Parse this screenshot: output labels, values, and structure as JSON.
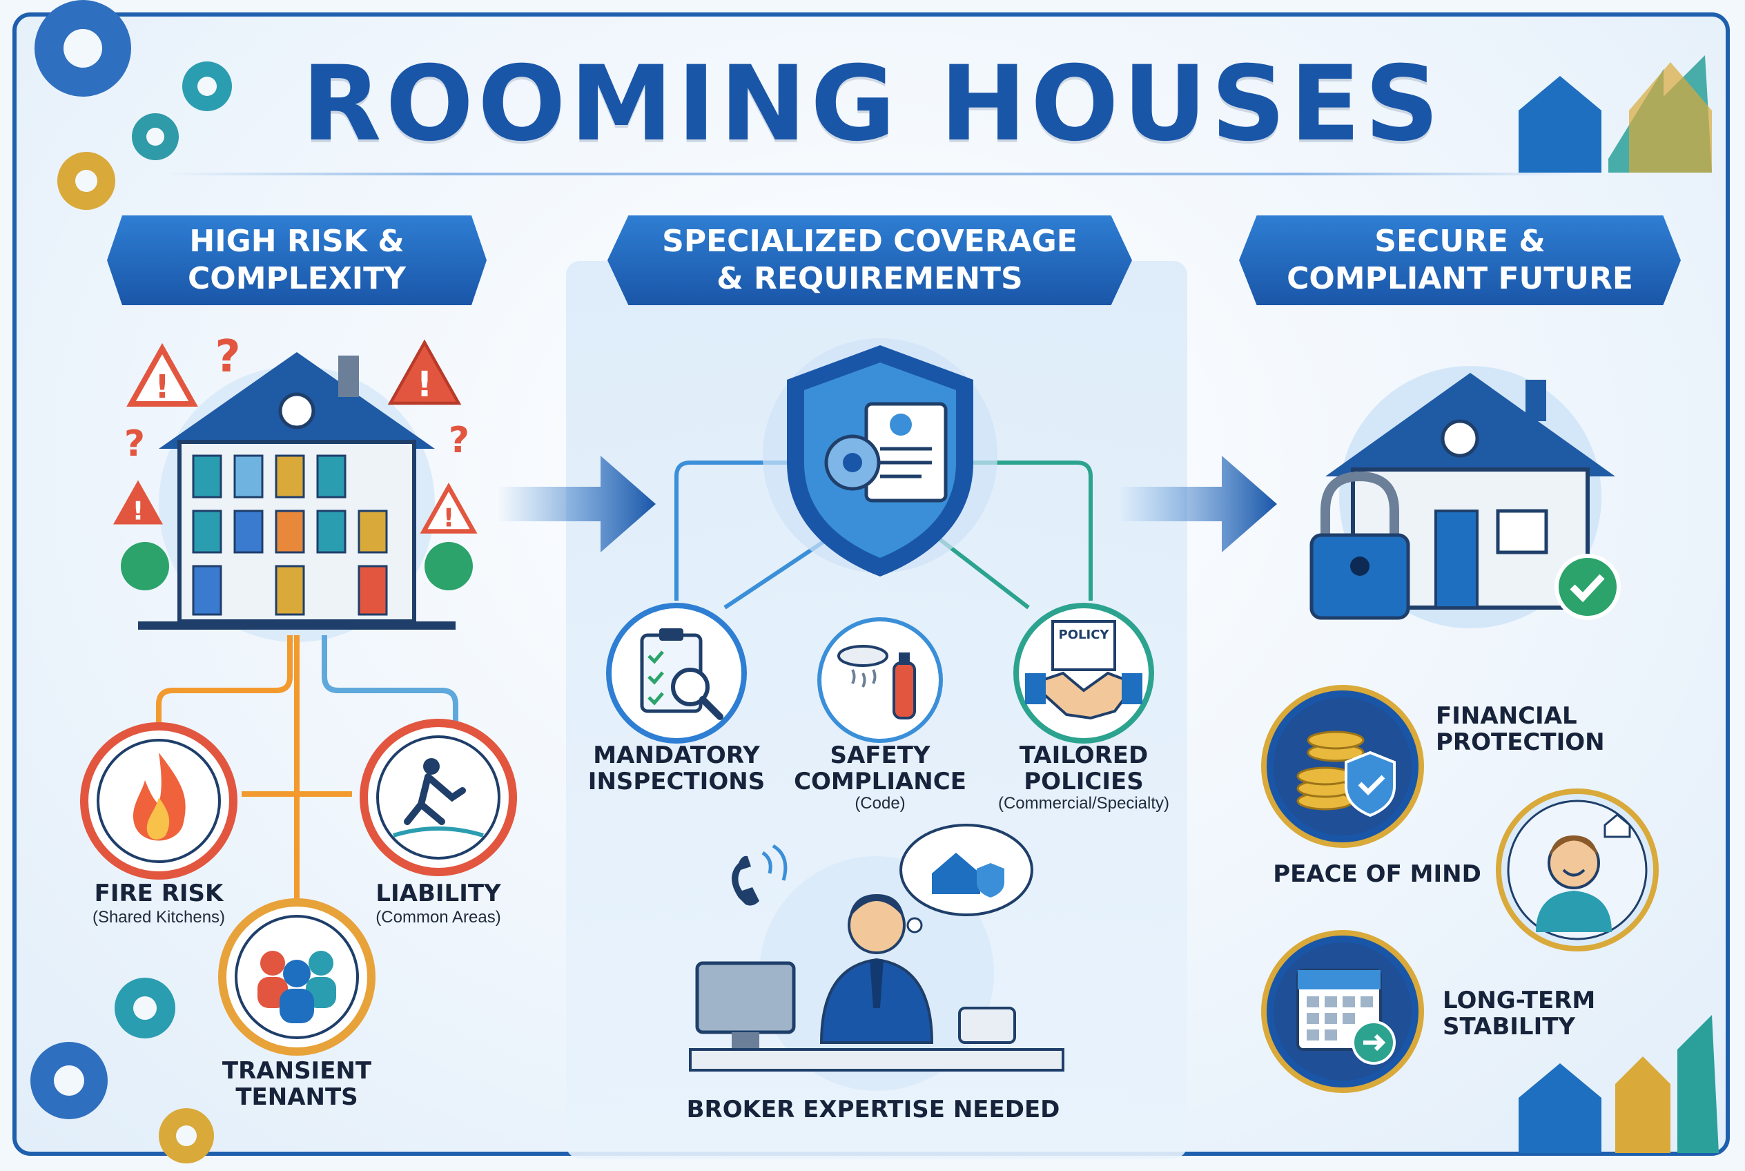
{
  "title": "ROOMING HOUSES",
  "colors": {
    "primary_blue": "#1a56a8",
    "accent_red": "#e2563f",
    "accent_orange": "#f39a2e",
    "accent_gold": "#d9a93a",
    "accent_green": "#2ba36b"
  },
  "columns": [
    {
      "heading": "HIGH RISK &\nCOMPLEXITY",
      "items": [
        {
          "label": "FIRE RISK",
          "sub": "(Shared Kitchens)",
          "icon": "fire-icon"
        },
        {
          "label": "LIABILITY",
          "sub": "(Common Areas)",
          "icon": "slip-fall-icon"
        },
        {
          "label": "TRANSIENT\nTENANTS",
          "sub": "",
          "icon": "people-icon"
        }
      ]
    },
    {
      "heading": "SPECIALIZED COVERAGE\n& REQUIREMENTS",
      "items": [
        {
          "label": "MANDATORY\nINSPECTIONS",
          "sub": "",
          "icon": "clipboard-inspection-icon"
        },
        {
          "label": "SAFETY\nCOMPLIANCE",
          "sub": "(Code)",
          "icon": "smoke-detector-extinguisher-icon"
        },
        {
          "label": "TAILORED\nPOLICIES",
          "sub": "(Commercial/Specialty)",
          "icon": "policy-handshake-icon"
        }
      ],
      "policy_doc_text": "POLICY",
      "broker_caption": "BROKER EXPERTISE NEEDED"
    },
    {
      "heading": "SECURE &\nCOMPLIANT FUTURE",
      "items": [
        {
          "label": "FINANCIAL\nPROTECTION",
          "icon": "coins-shield-icon"
        },
        {
          "label": "PEACE OF MIND",
          "icon": "happy-person-icon"
        },
        {
          "label": "LONG-TERM\nSTABILITY",
          "icon": "calendar-arrow-icon"
        }
      ]
    }
  ]
}
